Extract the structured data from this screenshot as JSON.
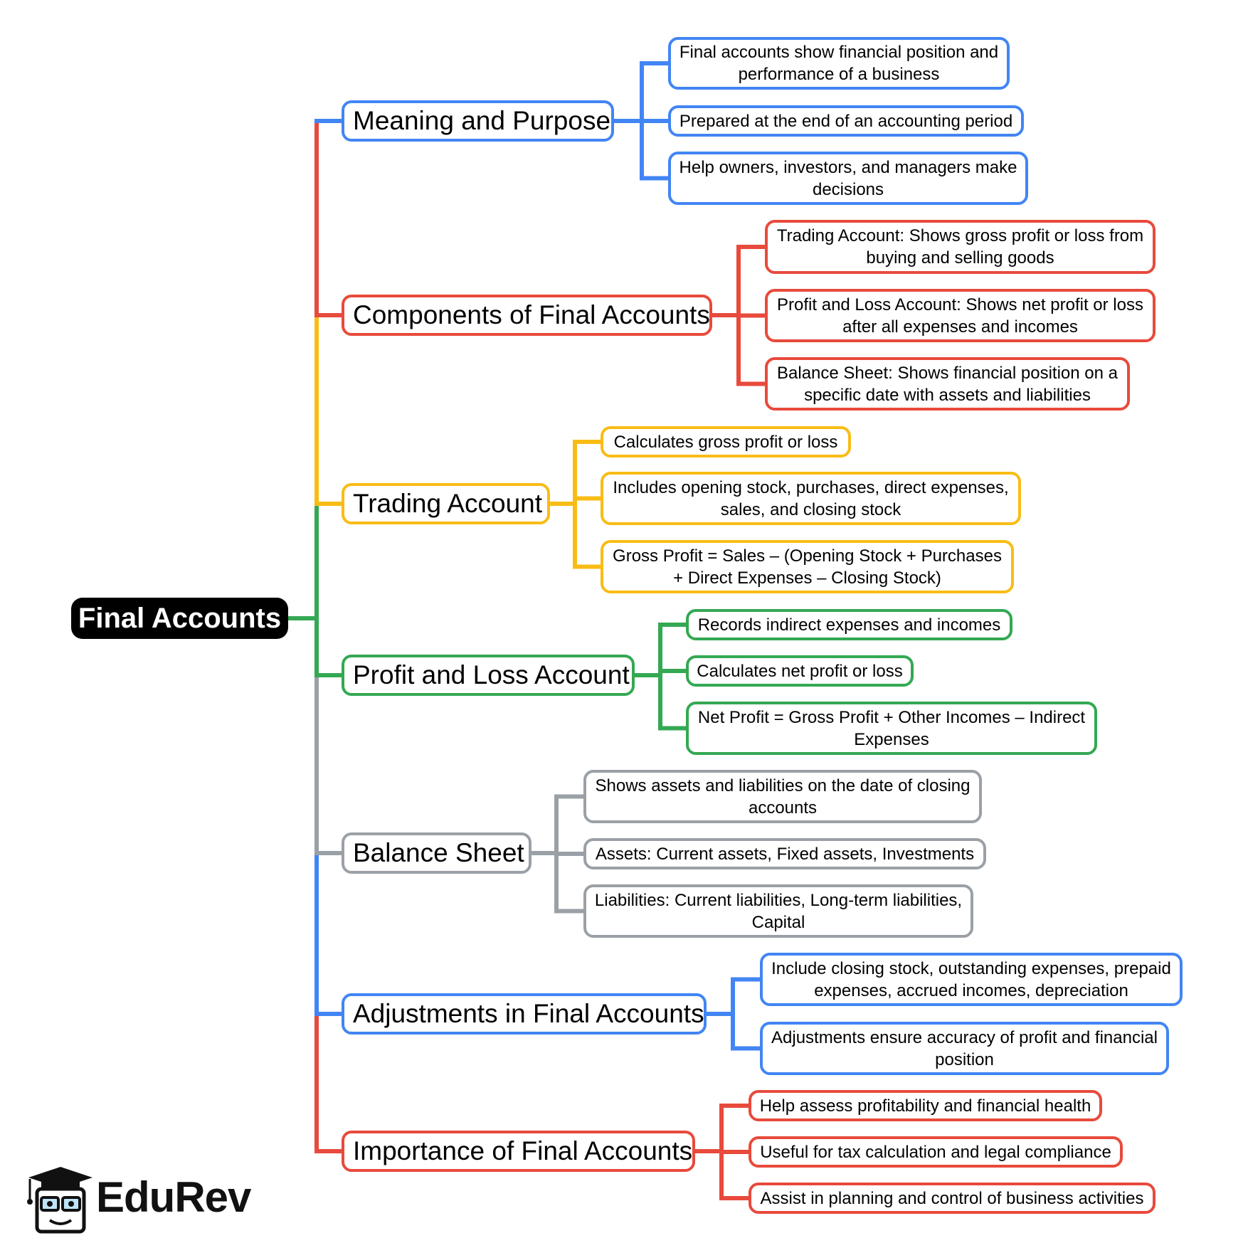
{
  "root": {
    "label": "Final Accounts"
  },
  "colors": {
    "blue": "#4285f4",
    "red": "#e84a3c",
    "yellow": "#f9bc15",
    "green": "#34a853",
    "gray": "#9aa0a6",
    "root_link": "#34a853"
  },
  "branches": [
    {
      "label": "Meaning and Purpose",
      "color": "blue",
      "children": [
        "Final accounts show financial position and performance of a business",
        "Prepared at the end of an accounting period",
        "Help owners, investors, and managers make decisions"
      ]
    },
    {
      "label": "Components of Final Accounts",
      "color": "red",
      "children": [
        "Trading Account: Shows gross profit or loss from buying and selling goods",
        "Profit and Loss Account: Shows net profit or loss after all expenses and incomes",
        "Balance Sheet: Shows financial position on a specific date with assets and liabilities"
      ]
    },
    {
      "label": "Trading Account",
      "color": "yellow",
      "children": [
        "Calculates gross profit or loss",
        "Includes opening stock, purchases, direct expenses, sales, and closing stock",
        "Gross Profit = Sales – (Opening Stock + Purchases + Direct Expenses – Closing Stock)"
      ]
    },
    {
      "label": "Profit and Loss Account",
      "color": "green",
      "children": [
        "Records indirect expenses and incomes",
        "Calculates net profit or loss",
        "Net Profit = Gross Profit + Other Incomes – Indirect Expenses"
      ]
    },
    {
      "label": "Balance Sheet",
      "color": "gray",
      "children": [
        "Shows assets and liabilities on the date of closing accounts",
        "Assets: Current assets, Fixed assets, Investments",
        "Liabilities: Current liabilities, Long-term liabilities, Capital"
      ]
    },
    {
      "label": "Adjustments in Final Accounts",
      "color": "blue",
      "children": [
        "Include closing stock, outstanding expenses, prepaid expenses, accrued incomes, depreciation",
        "Adjustments ensure accuracy of profit and financial position"
      ]
    },
    {
      "label": "Importance of Final Accounts",
      "color": "red",
      "children": [
        "Help assess profitability and financial health",
        "Useful for tax calculation and legal compliance",
        "Assist in planning and control of business activities"
      ]
    }
  ],
  "logo": {
    "text": "EduRev",
    "icon": "graduation-cap-mascot-icon"
  }
}
